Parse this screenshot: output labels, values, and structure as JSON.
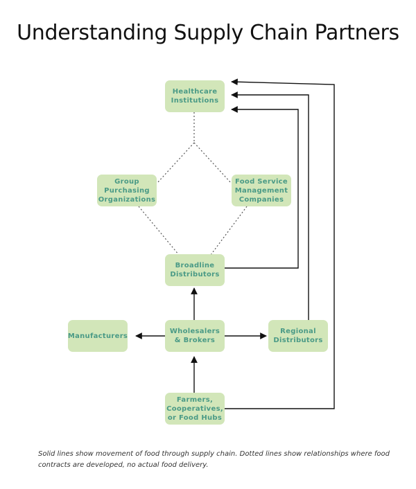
{
  "title": "Understanding Supply Chain Partners",
  "nodes": {
    "healthcare": "Healthcare\nInstitutions",
    "gpo": "Group\nPurchasing\nOrganizations",
    "fsm": "Food Service\nManagement\nCompanies",
    "broadline": "Broadline\nDistributors",
    "manufacturers": "Manufacturers",
    "wholesalers": "Wholesalers\n& Brokers",
    "regional": "Regional\nDistributors",
    "farmers": "Farmers,\nCooperatives,\nor Food Hubs"
  },
  "colors": {
    "node_fill": "#d2e6b9",
    "node_text": "#4a9a86",
    "line": "#111111"
  },
  "caption": "Solid lines show movement of food through supply chain. Dotted lines show relationships where food contracts are developed, no actual food delivery."
}
